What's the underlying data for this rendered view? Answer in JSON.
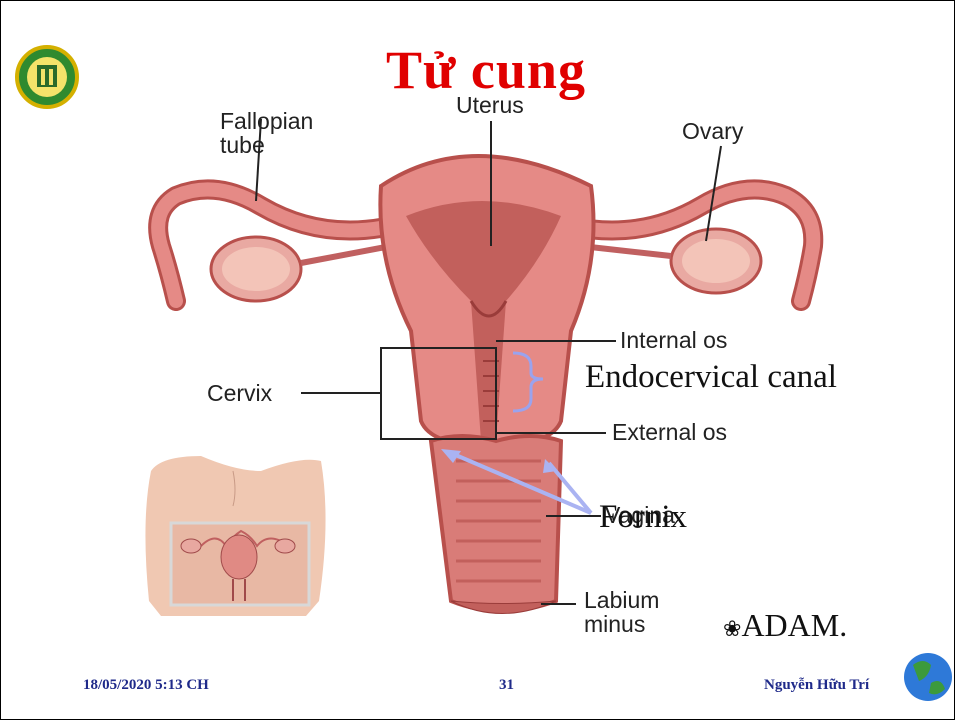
{
  "slide": {
    "title": "Tử cung",
    "footer": {
      "date": "18/05/2020 5:13 CH",
      "page": "31",
      "author": "Nguyễn Hữu Trí"
    },
    "logo_icon": "school-seal-logo",
    "globe_icon": "globe-icon"
  },
  "diagram": {
    "labels": {
      "fallopian": "Fallopian\ntube",
      "uterus": "Uterus",
      "ovary": "Ovary",
      "internal_os": "Internal os",
      "cervix": "Cervix",
      "external_os": "External os",
      "labium": "Labium\nminus",
      "vagina": "Vagina"
    },
    "overlay_labels": {
      "endocervical": "Endocervical canal",
      "fornix": "Fornix"
    },
    "brand": "ADAM."
  },
  "colors": {
    "title": "#e00000",
    "footer": "#1f2a8a",
    "tissue": "#e58a86",
    "tissue_dark": "#b8504c",
    "bracket": "#9aa3ee"
  }
}
